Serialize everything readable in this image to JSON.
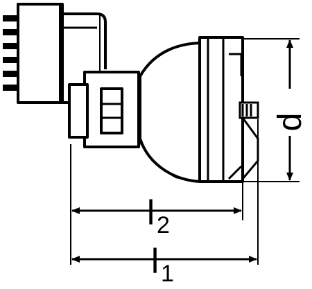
{
  "drawing": {
    "subject": "lamp-with-reflector-and-connector",
    "dimensions": [
      {
        "symbol": "l",
        "subscript": "2"
      },
      {
        "symbol": "l",
        "subscript": "1"
      },
      {
        "symbol": "d",
        "subscript": ""
      }
    ]
  }
}
